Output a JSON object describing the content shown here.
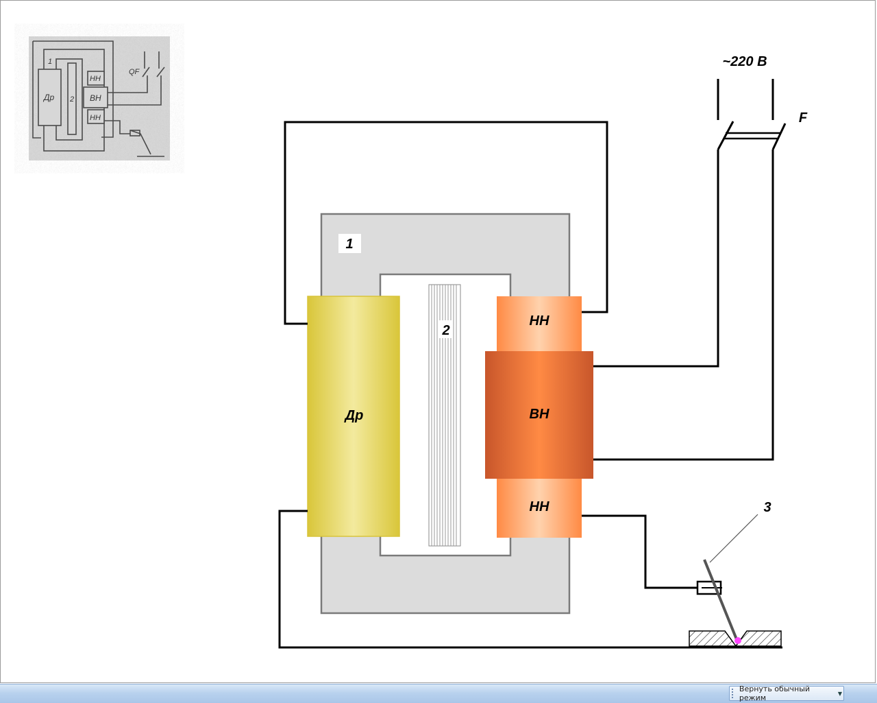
{
  "labels": {
    "core": "1",
    "shunt": "2",
    "electrode": "3",
    "choke": "Др",
    "lv_top": "НН",
    "hv": "ВН",
    "lv_bottom": "НН",
    "voltage": "~220 В",
    "fuse": "F"
  },
  "thumbnail": {
    "core": "1",
    "choke": "Др",
    "shunt": "2",
    "lv_top": "НН",
    "hv": "ВН",
    "lv_bottom": "НН",
    "breaker": "QF"
  },
  "statusbar": {
    "restore_label": "Вернуть обычный режим"
  },
  "colors": {
    "core": "#dcdcdc",
    "choke": "#e8d560",
    "lv_winding": "#ff9a5a",
    "hv_winding": "#e0703a",
    "arc": "#ff44ff"
  }
}
